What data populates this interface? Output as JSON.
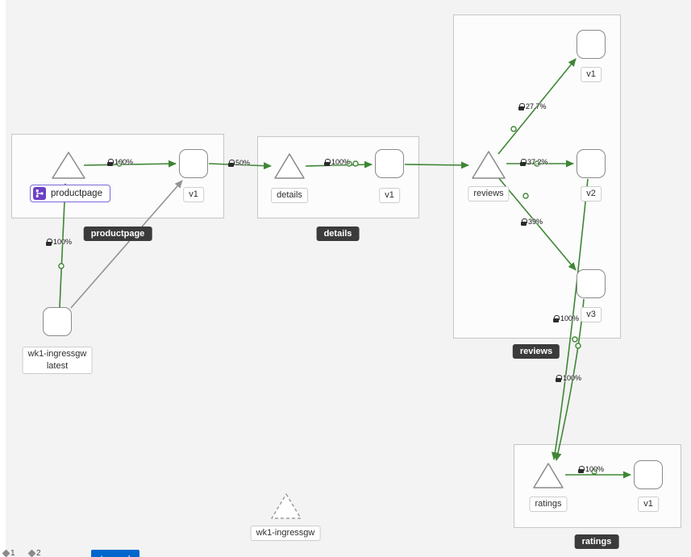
{
  "graph": {
    "groups": {
      "productpage": {
        "badge": "productpage"
      },
      "details": {
        "badge": "details"
      },
      "reviews": {
        "badge": "reviews"
      },
      "ratings": {
        "badge": "ratings"
      }
    },
    "nodes": {
      "productpage_app": {
        "label": "productpage"
      },
      "productpage_v1": {
        "label": "v1"
      },
      "details_app": {
        "label": "details"
      },
      "details_v1": {
        "label": "v1"
      },
      "reviews_app": {
        "label": "reviews"
      },
      "reviews_v1": {
        "label": "v1"
      },
      "reviews_v2": {
        "label": "v2"
      },
      "reviews_v3": {
        "label": "v3"
      },
      "ratings_app": {
        "label": "ratings"
      },
      "ratings_v1": {
        "label": "v1"
      },
      "ingress_workload": {
        "label_line1": "wk1-ingressgw",
        "label_line2": "latest"
      },
      "ingress_ghost": {
        "label": "wk1-ingressgw"
      }
    },
    "edges": {
      "ingress_to_productpage": {
        "label": "100%"
      },
      "productpage_to_v1": {
        "label": "100%"
      },
      "productpage_v1_to_details": {
        "label": "50%"
      },
      "details_to_v1": {
        "label": "100%"
      },
      "reviews_to_v1": {
        "label": "27.7%"
      },
      "reviews_to_v2": {
        "label": "37.2%"
      },
      "reviews_to_v3": {
        "label": "39%"
      },
      "reviews_v2_to_ratings": {
        "label": "100%"
      },
      "reviews_v3_to_ratings": {
        "label": "100%"
      },
      "ratings_to_v1": {
        "label": "100%"
      }
    }
  },
  "toolbar": {
    "legend_label": "Legend",
    "chip1": "1",
    "chip2": "2"
  },
  "colors": {
    "edge_green": "#3e8635",
    "edge_gray": "#949494",
    "selected_purple": "#6d3fc4",
    "background": "#f3f3f3"
  }
}
